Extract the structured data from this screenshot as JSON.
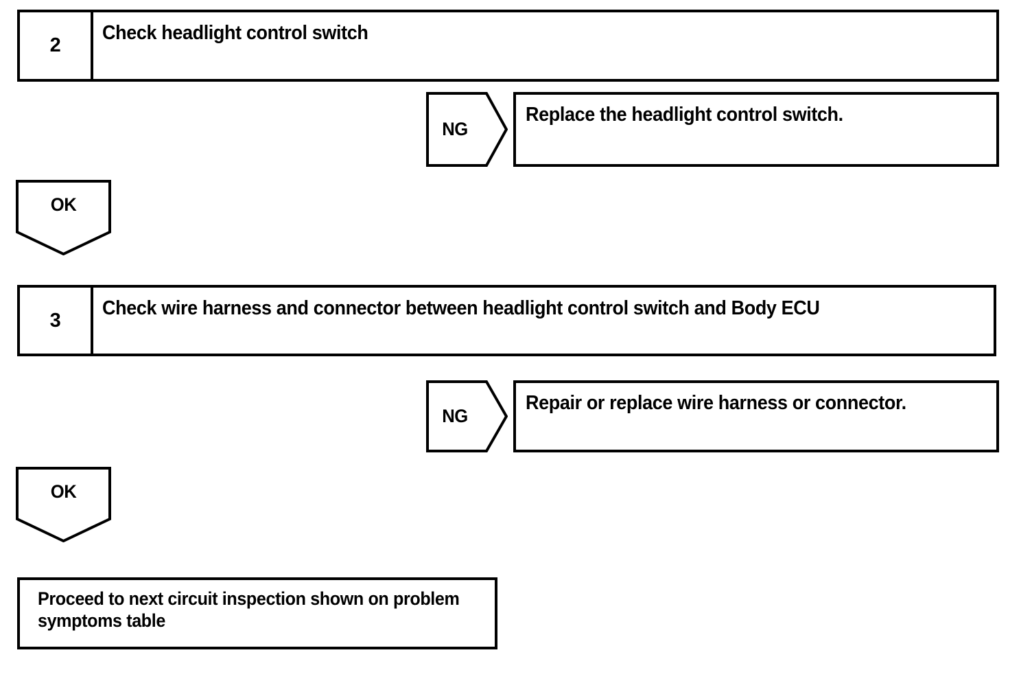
{
  "diagram": {
    "type": "troubleshooting-flowchart",
    "line_color": "#000000",
    "background_color": "#ffffff",
    "steps": [
      {
        "number": "2",
        "title": "Check headlight control switch",
        "ng": {
          "label": "NG",
          "action": "Replace the headlight control switch."
        },
        "ok": {
          "label": "OK"
        }
      },
      {
        "number": "3",
        "title": "Check wire harness and connector between headlight control switch and Body ECU",
        "ng": {
          "label": "NG",
          "action": "Repair or replace wire harness or connector."
        },
        "ok": {
          "label": "OK"
        }
      }
    ],
    "terminal": {
      "text": "Proceed to next circuit inspection shown on problem symptoms table"
    }
  }
}
